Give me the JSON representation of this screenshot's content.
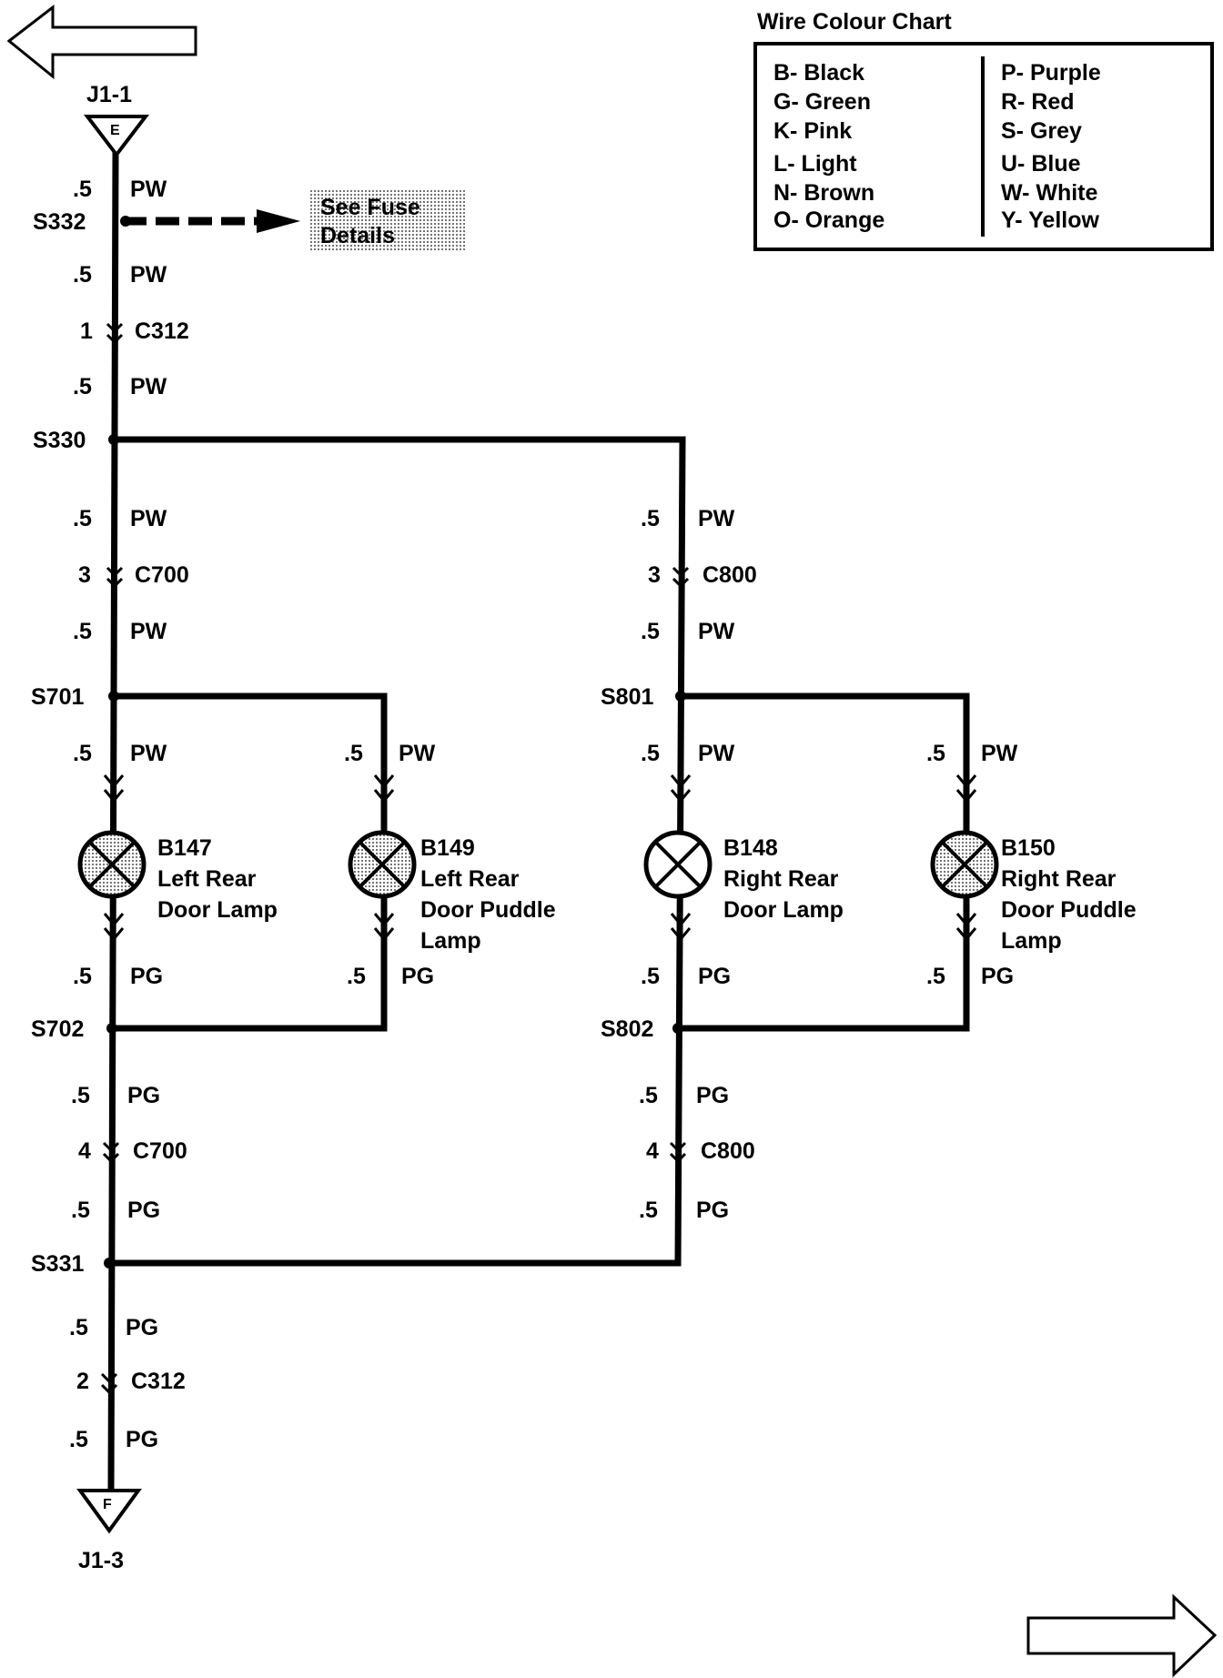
{
  "colour_chart": {
    "title": "Wire Colour Chart",
    "left": [
      "B- Black",
      "G- Green",
      "K- Pink",
      "L- Light",
      "N- Brown",
      "O- Orange"
    ],
    "right": [
      "P- Purple",
      "R- Red",
      "S- Grey",
      "U- Blue",
      "W- White",
      "Y- Yellow"
    ]
  },
  "terminals": {
    "top": {
      "name": "J1-1",
      "letter": "E"
    },
    "bottom": {
      "name": "J1-3",
      "letter": "F"
    }
  },
  "fuse_note": {
    "line1": "See Fuse",
    "line2": "Details"
  },
  "splices": [
    "S332",
    "S330",
    "S701",
    "S702",
    "S331",
    "S801",
    "S802"
  ],
  "connectors": [
    {
      "pin": "1",
      "name": "C312"
    },
    {
      "pin": "3",
      "name": "C700"
    },
    {
      "pin": "4",
      "name": "C700"
    },
    {
      "pin": "2",
      "name": "C312"
    },
    {
      "pin": "3",
      "name": "C800"
    },
    {
      "pin": "4",
      "name": "C800"
    }
  ],
  "wire": {
    "size": ".5",
    "pw": "PW",
    "pg": "PG"
  },
  "lamps": [
    {
      "id": "B147",
      "line1": "Left Rear",
      "line2": "Door Lamp",
      "line3": ""
    },
    {
      "id": "B149",
      "line1": "Left Rear",
      "line2": "Door Puddle",
      "line3": "Lamp"
    },
    {
      "id": "B148",
      "line1": "Right Rear",
      "line2": "Door Lamp",
      "line3": ""
    },
    {
      "id": "B150",
      "line1": "Right Rear",
      "line2": "Door Puddle",
      "line3": "Lamp"
    }
  ]
}
